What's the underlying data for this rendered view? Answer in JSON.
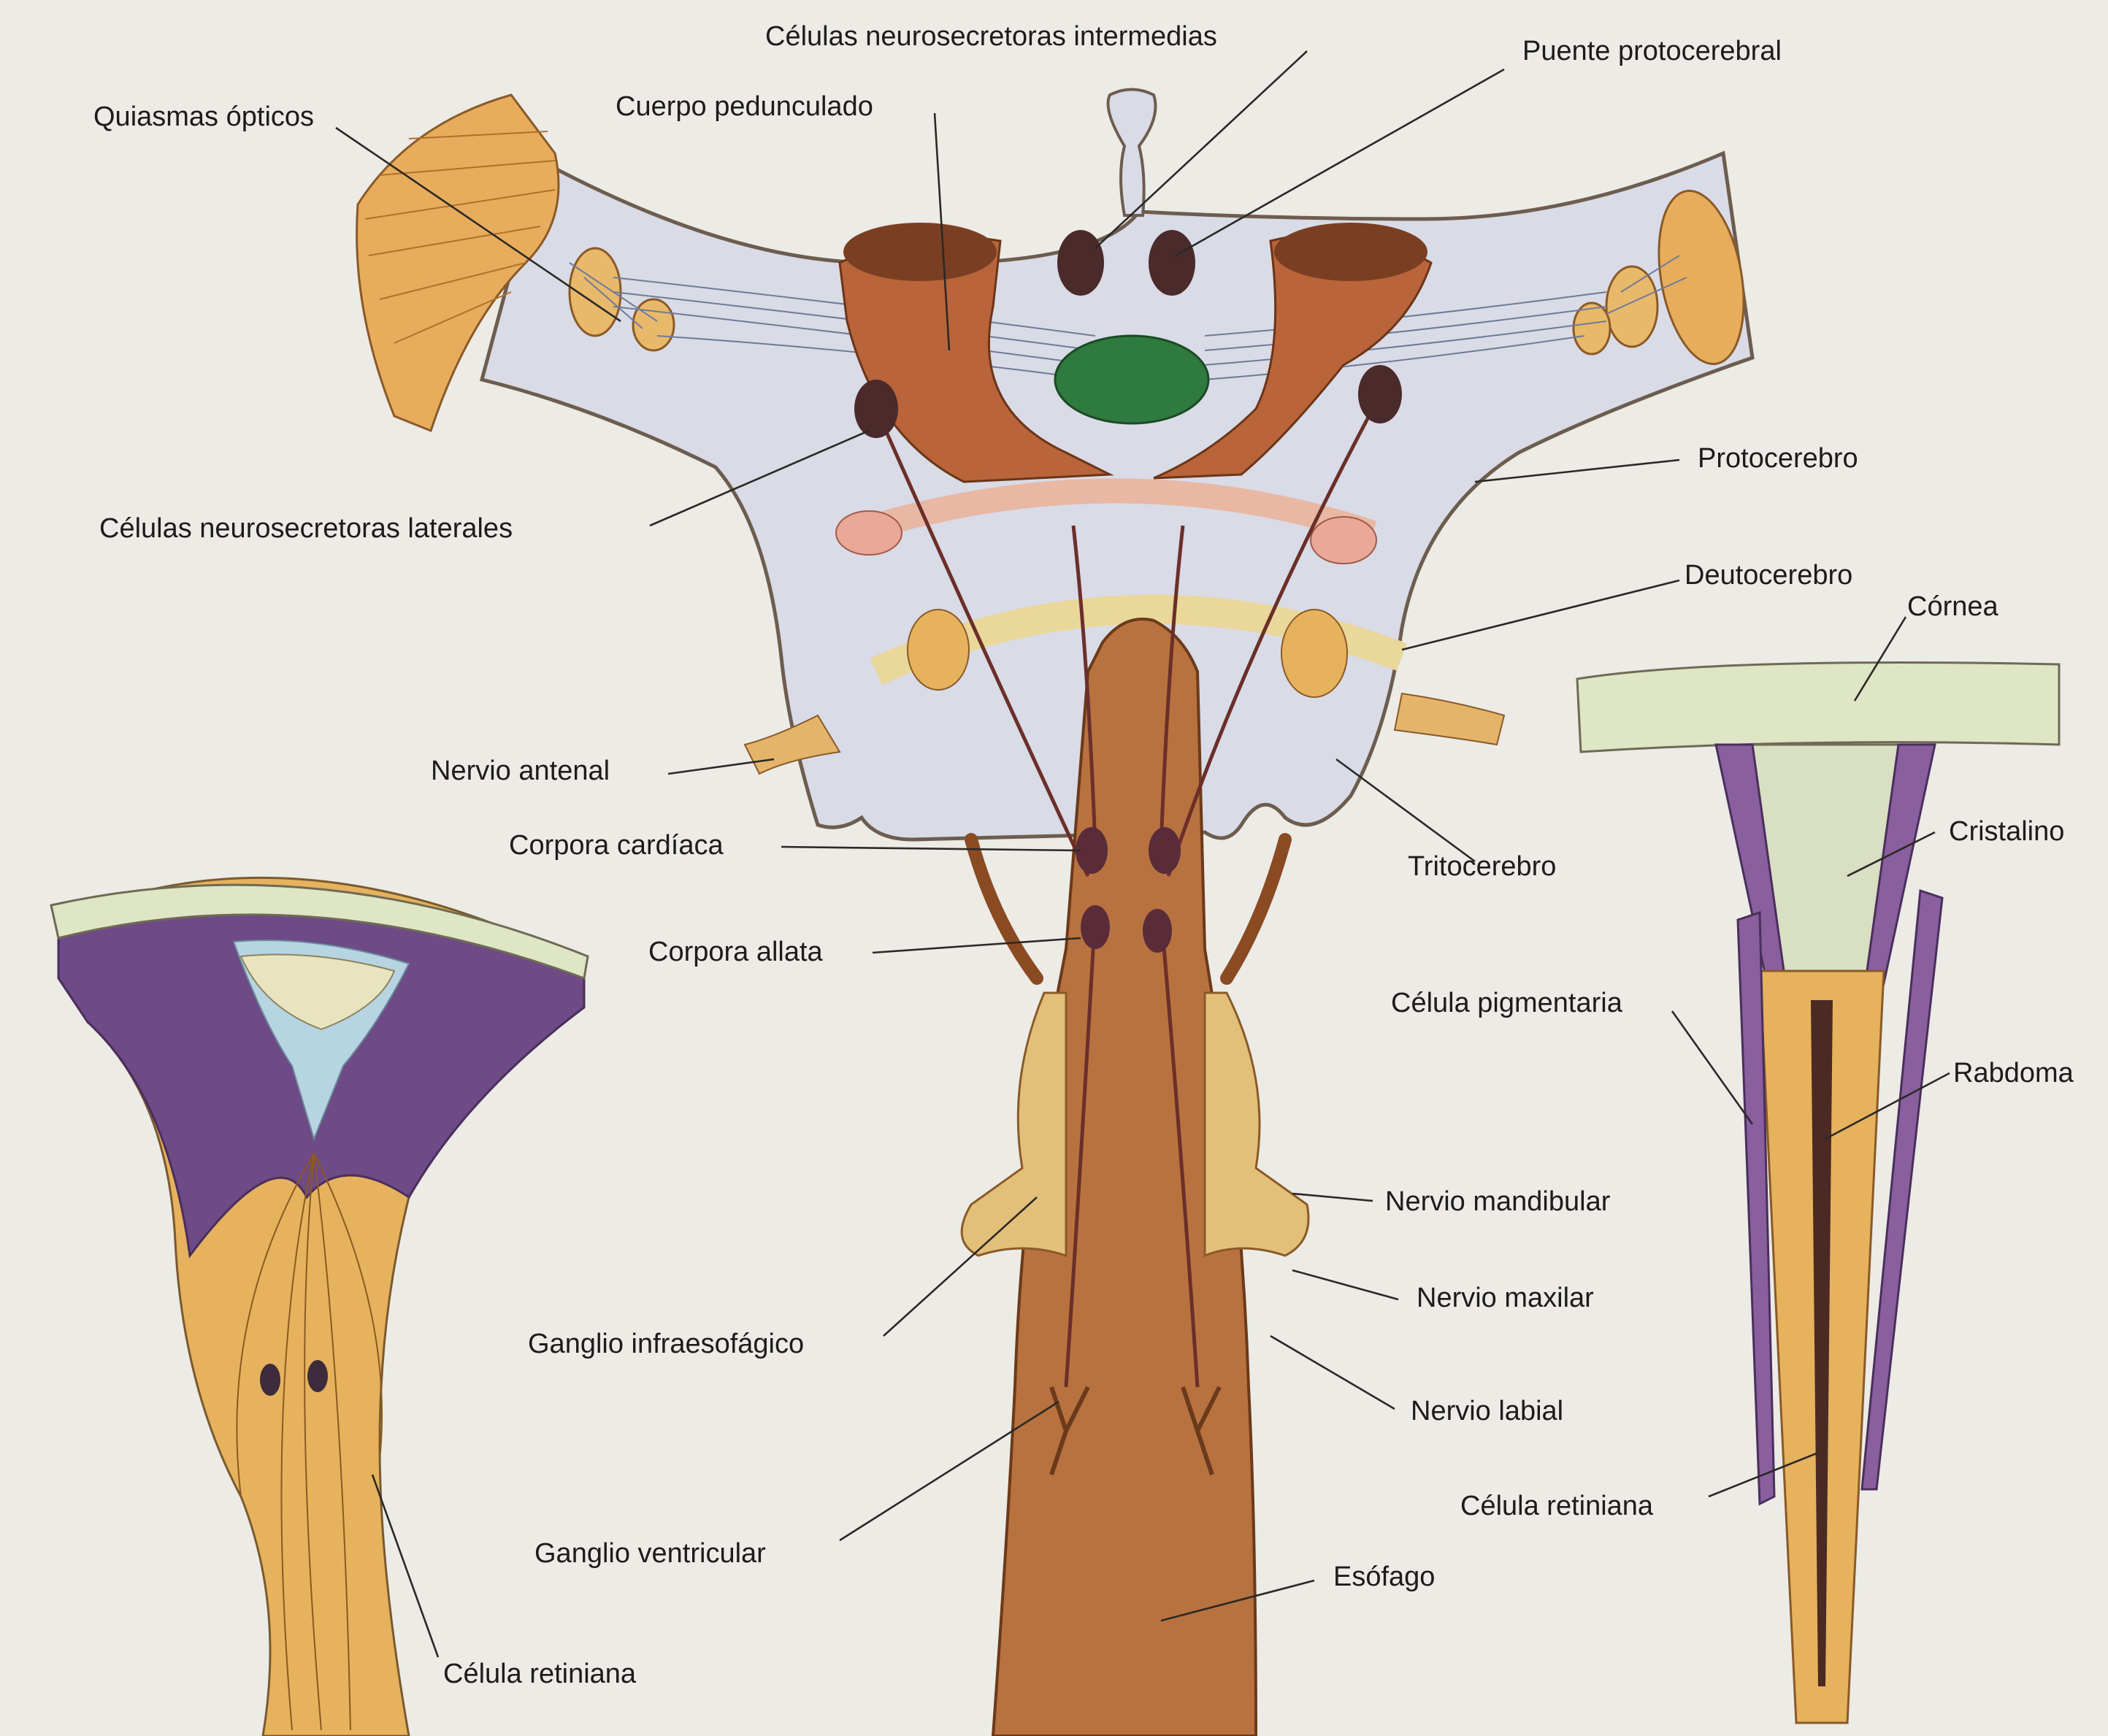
{
  "labels": {
    "intermediate_cells": "Células neurosecretoras intermedias",
    "protocerebral_bridge": "Puente protocerebral",
    "optic_chiasma": "Quiasmas ópticos",
    "mushroom_body": "Cuerpo pedunculado",
    "protocerebrum": "Protocerebro",
    "lateral_cells": "Células neurosecretoras laterales",
    "deutocerebrum": "Deutocerebro",
    "cornea": "Córnea",
    "antennal_nerve": "Nervio antenal",
    "corpora_cardiaca": "Corpora cardíaca",
    "tritocerebrum": "Tritocerebro",
    "crystalline": "Cristalino",
    "corpora_allata": "Corpora allata",
    "pigment_cell": "Célula pigmentaria",
    "rhabdom": "Rabdoma",
    "mandibular_nerve": "Nervio mandibular",
    "maxillary_nerve": "Nervio maxilar",
    "subesophageal_ganglion": "Ganglio infraesofágico",
    "labial_nerve": "Nervio labial",
    "retinal_cell_right": "Célula retiniana",
    "ventricular_ganglion": "Ganglio ventricular",
    "esophagus": "Esófago",
    "retinal_cell_left": "Célula retiniana"
  },
  "colors": {
    "background": "#ecebe6",
    "brain": "#d9dbe6",
    "neuropil": "#a8592f",
    "esophagus": "#b8723f",
    "central_body": "#2f7a3e",
    "ocellus_purple": "#6e4a86",
    "lens_green": "#dfe6c6",
    "retina_yellow": "#e8b55a",
    "neurosecretory": "#4a2a2a"
  }
}
